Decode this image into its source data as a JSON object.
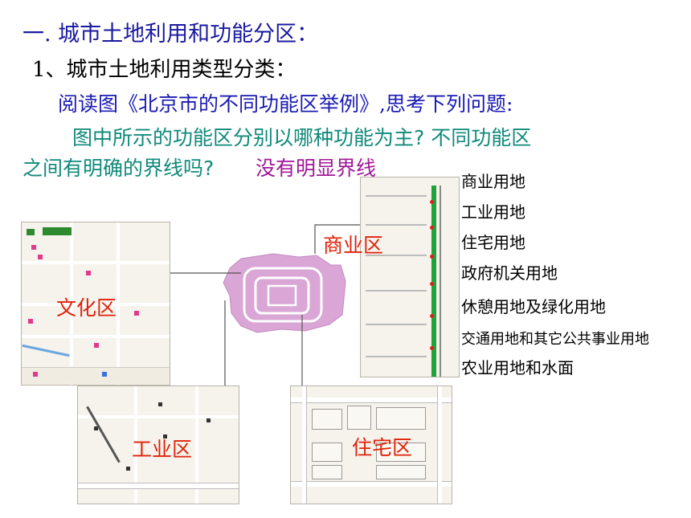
{
  "title": "一. 城市土地利用和功能分区：",
  "subtitle": "1、城市土地利用类型分类：",
  "instruction": "阅读图《北京市的不同功能区举例》,思考下列问题:",
  "question_line1": "图中所示的功能区分别以哪种功能为主? 不同功能区",
  "question_line2": "之间有明确的界线吗?",
  "answer": "没有明显界线",
  "land_use_types": [
    "商业用地",
    "工业用地",
    "住宅用地",
    "政府机关用地",
    "休憩用地及绿化用地",
    "交通用地和其它公共事业用地",
    "农业用地和水面"
  ],
  "zones": {
    "culture": "文化区",
    "commerce": "商业区",
    "industry": "工业区",
    "residence": "住宅区"
  },
  "colors": {
    "title_blue": "#1a1aa0",
    "question_teal": "#108a7a",
    "answer_purple": "#a0189a",
    "zone_red": "#e0220a",
    "city_pink": "#d9a6d6"
  }
}
